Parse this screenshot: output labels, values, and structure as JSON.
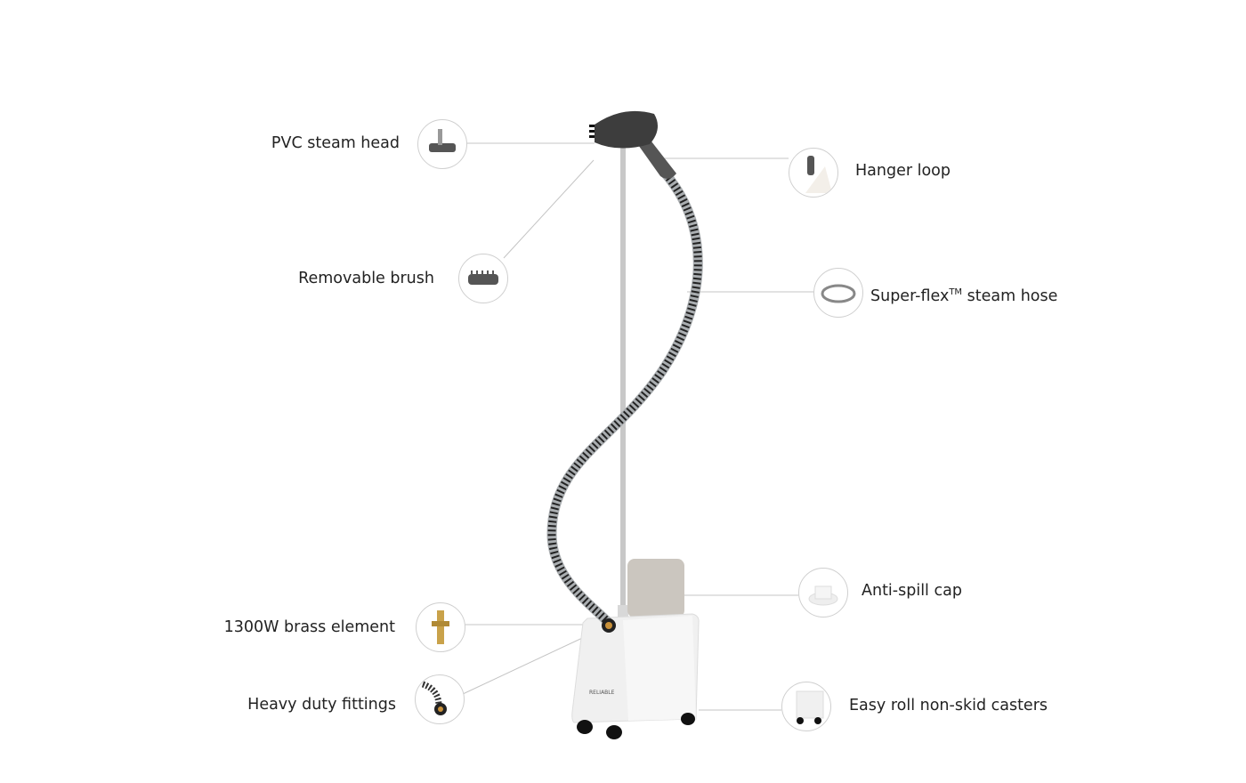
{
  "callouts": {
    "pvc_steam_head": "PVC steam head",
    "removable_brush": "Removable brush",
    "brass_element": "1300W brass element",
    "heavy_duty_fittings": "Heavy duty fittings",
    "hanger_loop": "Hanger loop",
    "steam_hose": "Super-flex",
    "steam_hose_tm": "TM",
    "steam_hose_rest": " steam hose",
    "anti_spill_cap": "Anti-spill cap",
    "casters": "Easy roll non-skid casters"
  },
  "product": {
    "brand_logo": "RELIABLE"
  },
  "colors": {
    "line": "#bdbdbd",
    "base": "#f1f1f1",
    "tank": "#c9c4bd",
    "head": "#4a4a4a"
  }
}
